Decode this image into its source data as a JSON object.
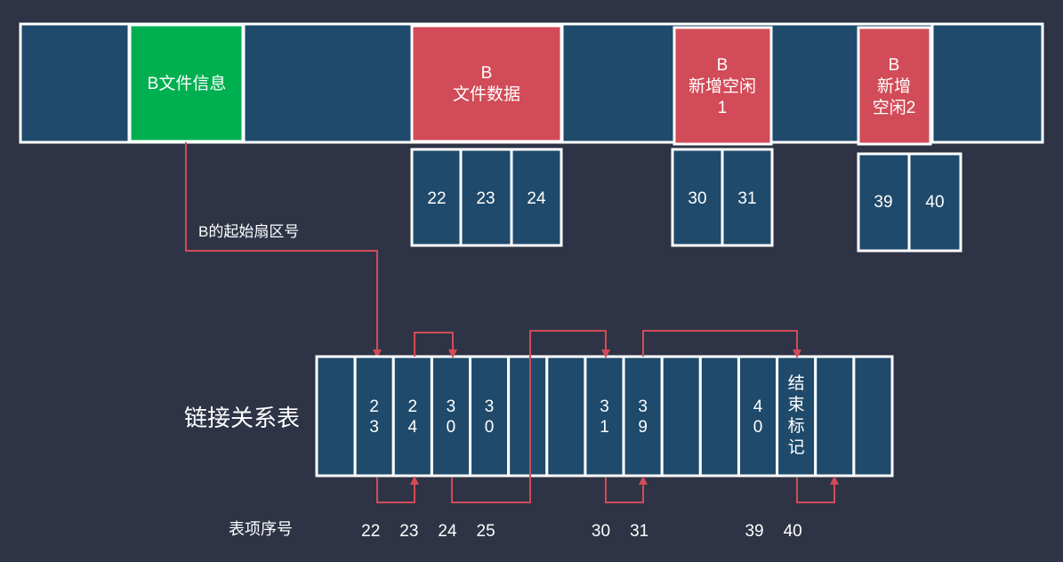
{
  "colors": {
    "background": "#2e3445",
    "cell": "#1f4a6b",
    "border": "#ffffff",
    "green_block": "#00b050",
    "red_block": "#d24b58",
    "arrow": "#d24b58",
    "text": "#ffffff"
  },
  "disk": {
    "file_info": "B文件信息",
    "file_data": [
      "B",
      "文件数据"
    ],
    "new_free_1": [
      "B",
      "新增空闲",
      "1"
    ],
    "new_free_2": [
      "B",
      "新增",
      "空闲2"
    ]
  },
  "sectors": {
    "data_group": [
      "22",
      "23",
      "24"
    ],
    "free1_group": [
      "30",
      "31"
    ],
    "free2_group": [
      "39",
      "40"
    ]
  },
  "start_sector_label": "B的起始扇区号",
  "table": {
    "title": "链接关系表",
    "index_label": "表项序号",
    "cells": [
      {
        "index": 1,
        "text": [
          "2",
          "3"
        ]
      },
      {
        "index": 2,
        "text": [
          "2",
          "4"
        ]
      },
      {
        "index": 3,
        "text": [
          "3",
          "0"
        ]
      },
      {
        "index": 4,
        "text": [
          "3",
          "0"
        ]
      },
      {
        "index": 7,
        "text": [
          "3",
          "1"
        ]
      },
      {
        "index": 8,
        "text": [
          "3",
          "9"
        ]
      },
      {
        "index": 11,
        "text": [
          "4",
          "0"
        ]
      },
      {
        "index": 12,
        "text": [
          "结",
          "束",
          "标",
          "记"
        ]
      }
    ],
    "index_numbers": [
      {
        "col": 1,
        "value": "22"
      },
      {
        "col": 2,
        "value": "23"
      },
      {
        "col": 3,
        "value": "24"
      },
      {
        "col": 4,
        "value": "25"
      },
      {
        "col": 7,
        "value": "30"
      },
      {
        "col": 8,
        "value": "31"
      },
      {
        "col": 11,
        "value": "39"
      },
      {
        "col": 12,
        "value": "40"
      }
    ]
  }
}
